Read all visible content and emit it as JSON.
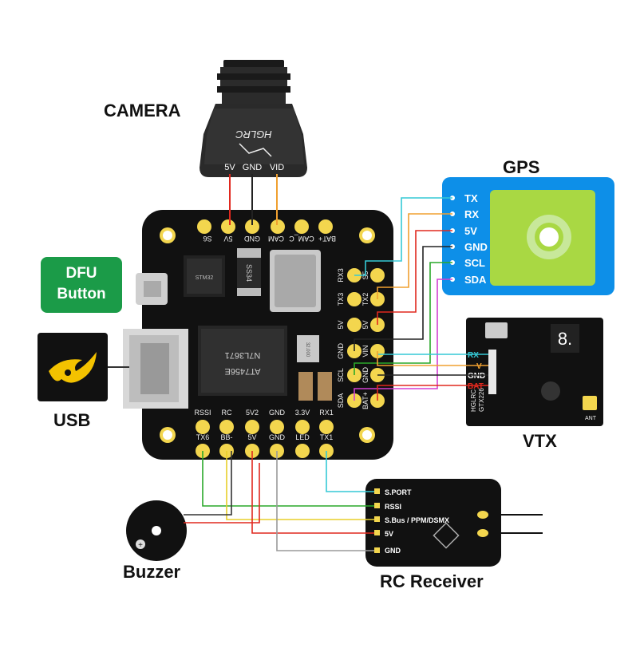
{
  "labels": {
    "camera": "CAMERA",
    "gps": "GPS",
    "vtx": "VTX",
    "usb": "USB",
    "buzzer": "Buzzer",
    "rc_receiver": "RC Receiver",
    "dfu_line1": "DFU",
    "dfu_line2": "Button"
  },
  "camera_pins": [
    "5V",
    "GND",
    "VID"
  ],
  "camera_logo": "HGLRC",
  "gps_pins": [
    "TX",
    "RX",
    "5V",
    "GND",
    "SCL",
    "SDA"
  ],
  "vtx_pins": [
    "RX",
    "V",
    "GND",
    "BAT"
  ],
  "vtx_side": [
    "HGLRC",
    "GTX226"
  ],
  "vtx_ant": "ANT",
  "rc_pins": [
    "S.PORT",
    "RSSI",
    "S.Bus / PPM/DSMX",
    "5V",
    "GND"
  ],
  "board": {
    "top_pads": [
      "S6",
      "5V",
      "GND",
      "CAM",
      "CAM_C",
      "BAT+"
    ],
    "left_col": [
      "RX3",
      "TX3",
      "5V",
      "GND",
      "SCL",
      "SDA"
    ],
    "right_col": [
      "S5",
      "TX2",
      "5V",
      "VIN",
      "GND",
      "BAT+"
    ],
    "bottom_top_row": [
      "RSSI",
      "RC",
      "5V2",
      "GND",
      "3.3V",
      "RX1"
    ],
    "bottom_row": [
      "TX6",
      "BB-",
      "5V",
      "GND",
      "LED",
      "TX1"
    ],
    "chips": [
      "STM32",
      "SS34",
      "N7L3671",
      "AT7456E",
      "32.000"
    ]
  },
  "wire_colors": {
    "red": "#e0281e",
    "black": "#222222",
    "orange": "#f0a030",
    "cyan": "#35c9d6",
    "magenta": "#d23fd2",
    "green": "#2aa82a",
    "yellow": "#e8cf2a",
    "gray": "#9a9a9a",
    "gold_pad": "#f3d64e",
    "gps_blue": "#0d8fe8",
    "gps_antenna": "#a9d843",
    "dfu_green": "#1b9b48"
  }
}
